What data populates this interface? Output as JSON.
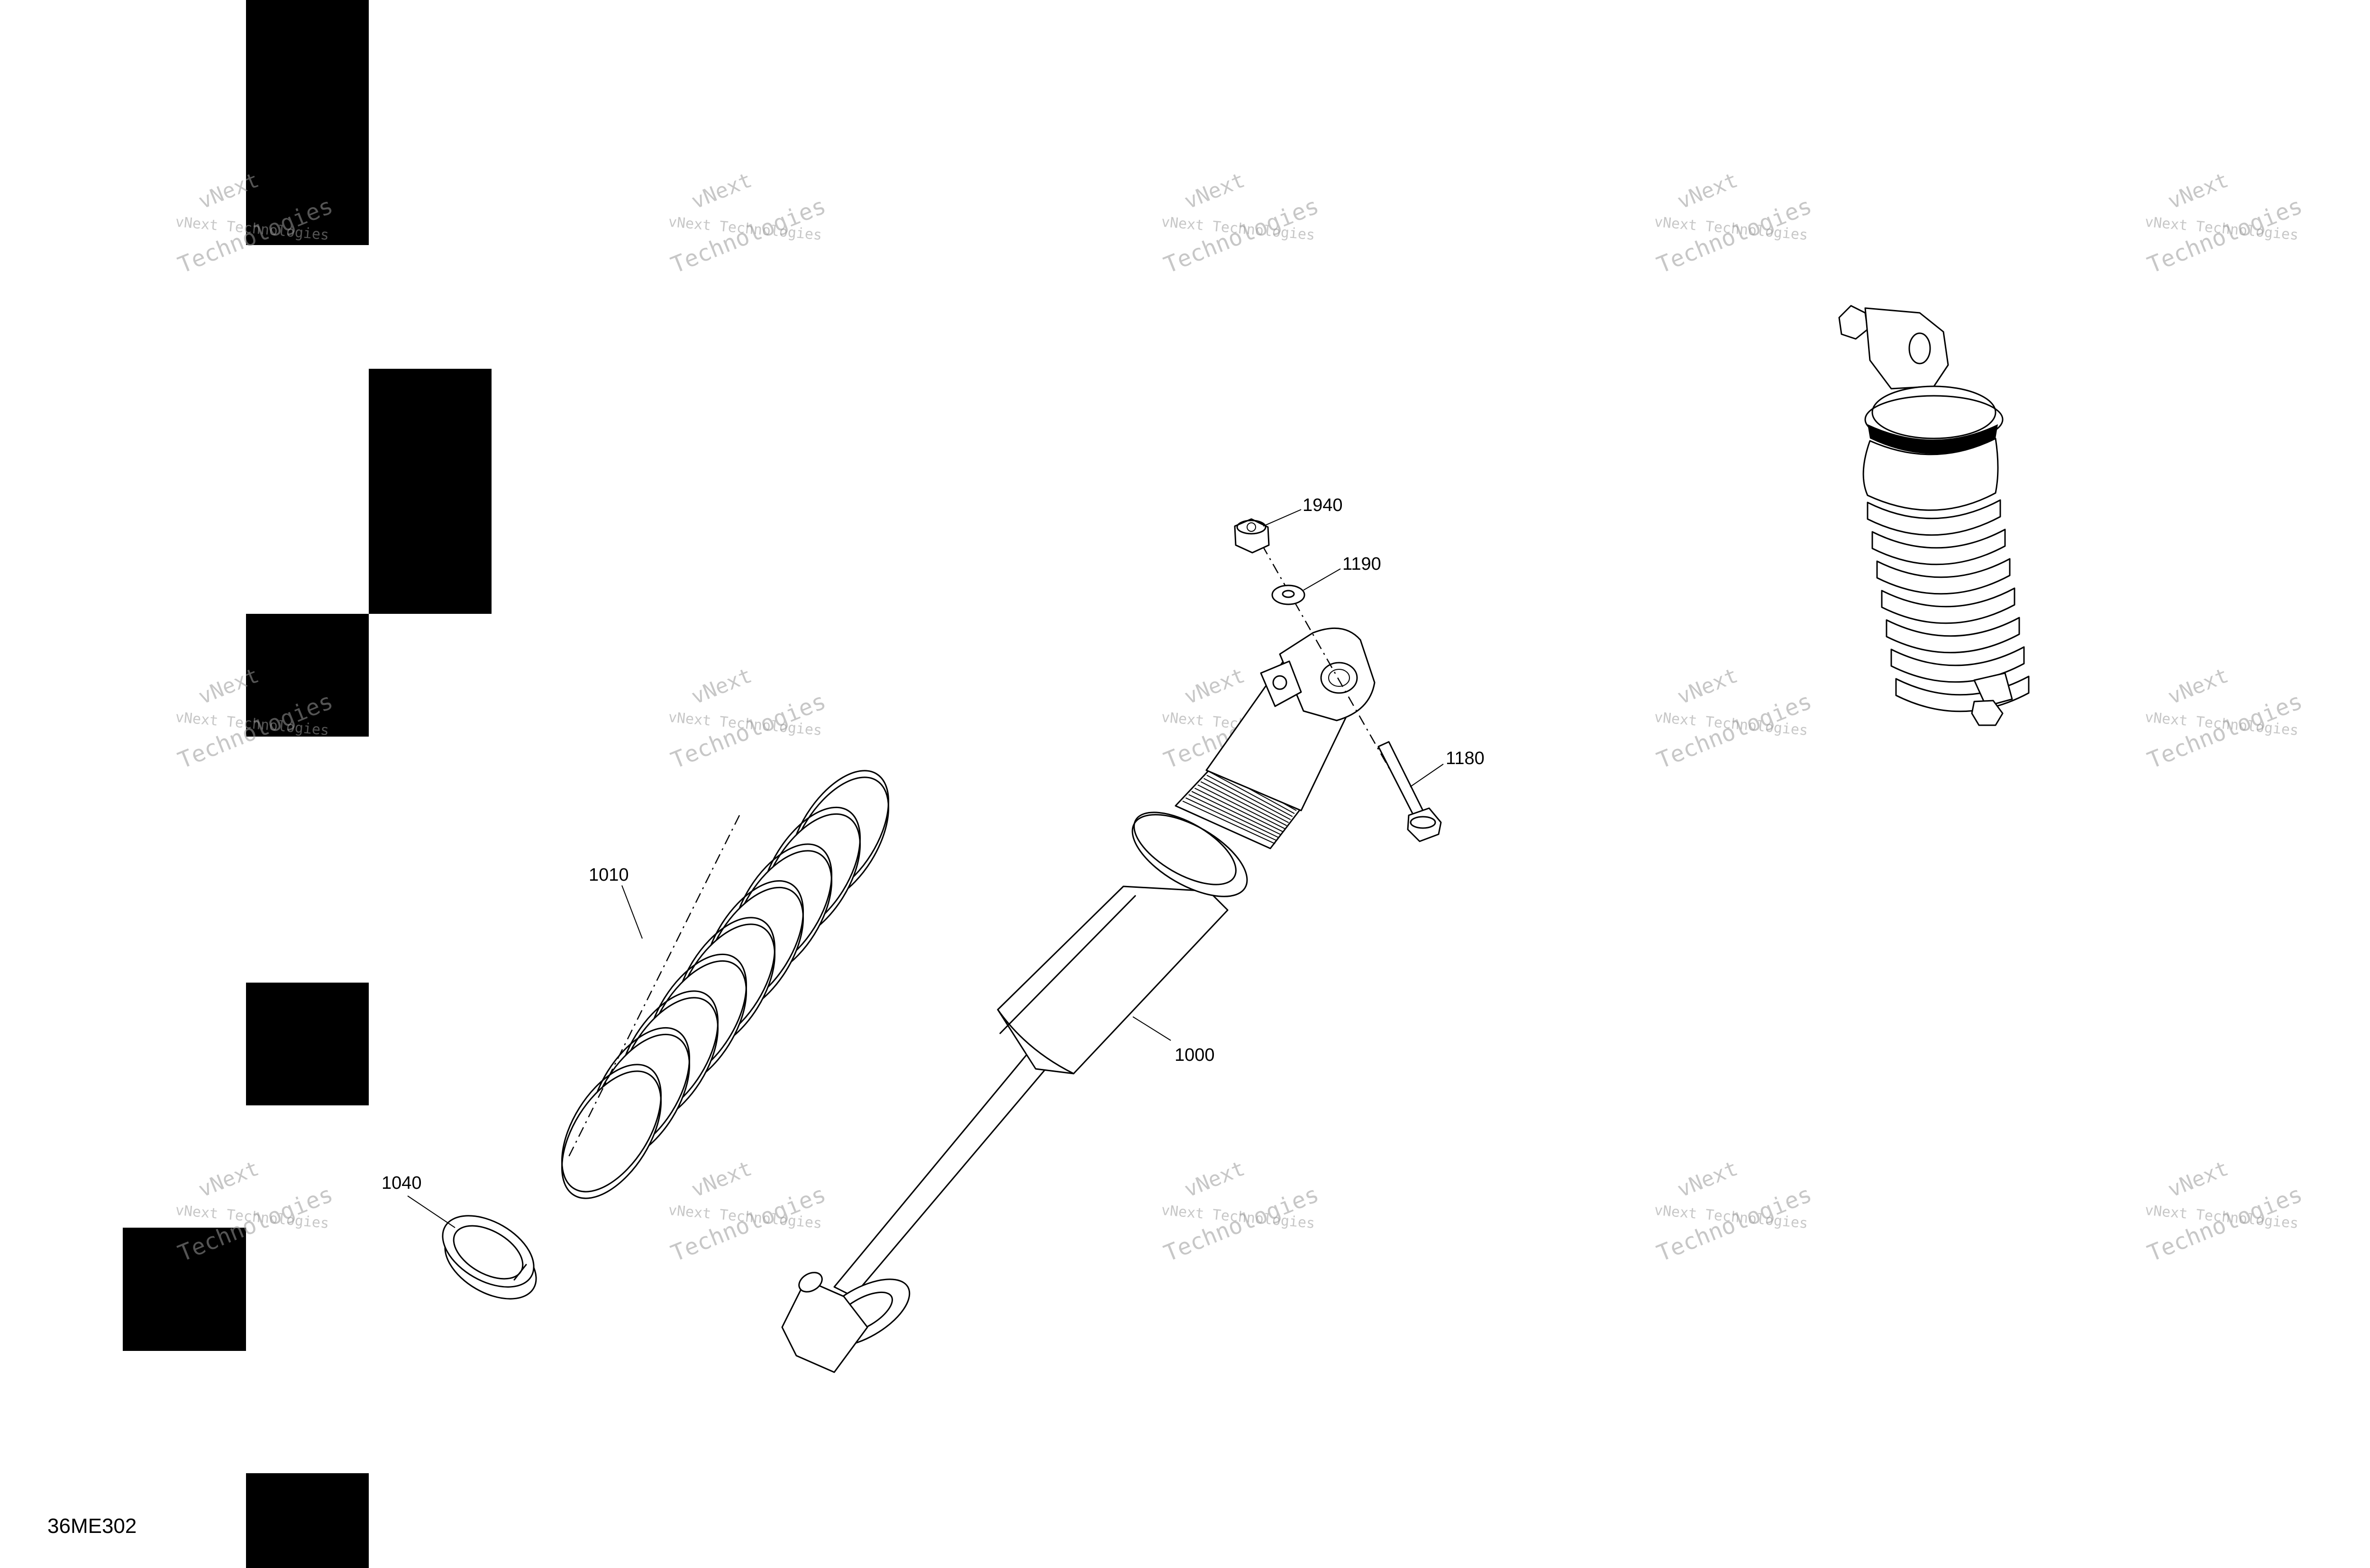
{
  "diagram": {
    "drawing_code": "36ME302",
    "parts": [
      {
        "id": "shock-absorber",
        "number": "1000"
      },
      {
        "id": "spring",
        "number": "1010"
      },
      {
        "id": "spring-retainer",
        "number": "1040"
      },
      {
        "id": "screw",
        "number": "1180"
      },
      {
        "id": "washer",
        "number": "1190"
      },
      {
        "id": "nut",
        "number": "1940"
      }
    ],
    "watermark": {
      "line1": "vNext Technologies",
      "line2": "vNext",
      "line3": "Technologies"
    }
  },
  "colors": {
    "line": "#000000",
    "background": "#ffffff",
    "watermark": "#9a9a9a",
    "black_block": "#000000"
  }
}
